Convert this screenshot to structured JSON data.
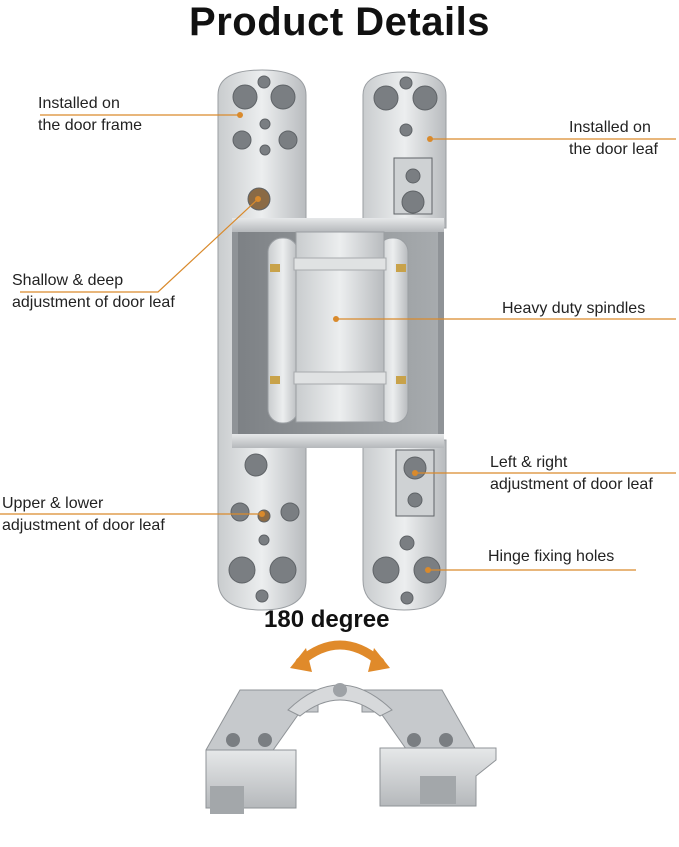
{
  "title": "Product Details",
  "labels": {
    "installed_frame": [
      "Installed on",
      "the door frame"
    ],
    "installed_leaf": [
      "Installed on",
      "the door leaf"
    ],
    "shallow_deep": [
      "Shallow & deep",
      "adjustment of door leaf"
    ],
    "heavy_duty": [
      "Heavy duty spindles"
    ],
    "left_right": [
      "Left & right",
      "adjustment of door leaf"
    ],
    "upper_lower": [
      "Upper & lower",
      "adjustment of door leaf"
    ],
    "fixing_holes": [
      "Hinge fixing holes"
    ]
  },
  "rotation_label": "180 degree",
  "colors": {
    "leader_line": "#d98a2c",
    "arrow": "#e08a2a",
    "metal_light": "#d7d9db",
    "metal_mid": "#b9bcbf",
    "metal_dark": "#8c9094",
    "hole": "#6f7377"
  }
}
